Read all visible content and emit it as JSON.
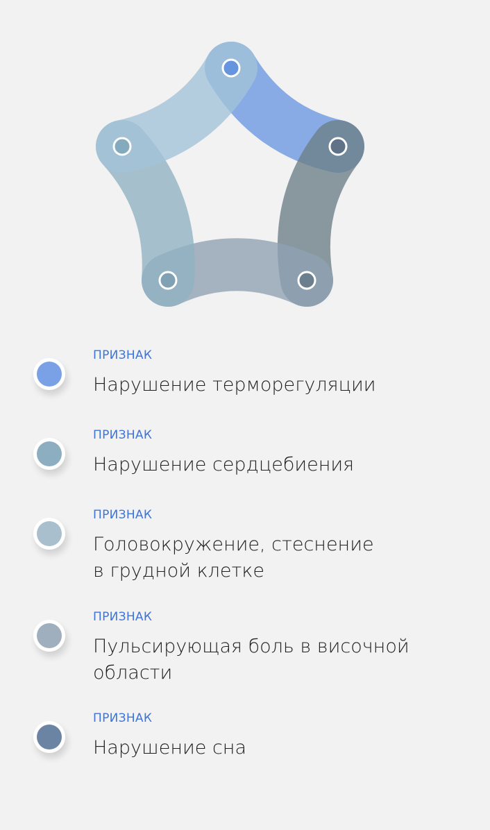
{
  "colors": {
    "background": "#f2f2f2",
    "tag": "#3d74d9",
    "text": "#1f1f1f"
  },
  "diagram": {
    "nodes": [
      {
        "name": "top",
        "color": "#5d8ee0"
      },
      {
        "name": "right",
        "color": "#5c6f85"
      },
      {
        "name": "bottom-right",
        "color": "#66798a"
      },
      {
        "name": "bottom-left",
        "color": "#7d9db0"
      },
      {
        "name": "left",
        "color": "#7fa6b9"
      }
    ],
    "arcs": [
      {
        "from": "top",
        "to": "right",
        "color": "#6a97e2"
      },
      {
        "from": "right",
        "to": "bottom-right",
        "color": "#6b7f88"
      },
      {
        "from": "bottom-right",
        "to": "bottom-left",
        "color": "#8fa2b3"
      },
      {
        "from": "bottom-left",
        "to": "left",
        "color": "#8fb2c2"
      },
      {
        "from": "left",
        "to": "top",
        "color": "#a3c3d8"
      }
    ]
  },
  "items": [
    {
      "tag": "ПРИЗНАК",
      "label": "Нарушение терморегуляции",
      "color": "#7aa1e6"
    },
    {
      "tag": "ПРИЗНАК",
      "label": "Нарушение сердцебиения",
      "color": "#8daec1"
    },
    {
      "tag": "ПРИЗНАК",
      "label": "Головокружение, стеснение в грудной клетке",
      "color": "#aabfcd"
    },
    {
      "tag": "ПРИЗНАК",
      "label": "Пульсирующая боль в височной области",
      "color": "#9fafbe"
    },
    {
      "tag": "ПРИЗНАК",
      "label": "Нарушение сна",
      "color": "#6c84a3"
    }
  ]
}
